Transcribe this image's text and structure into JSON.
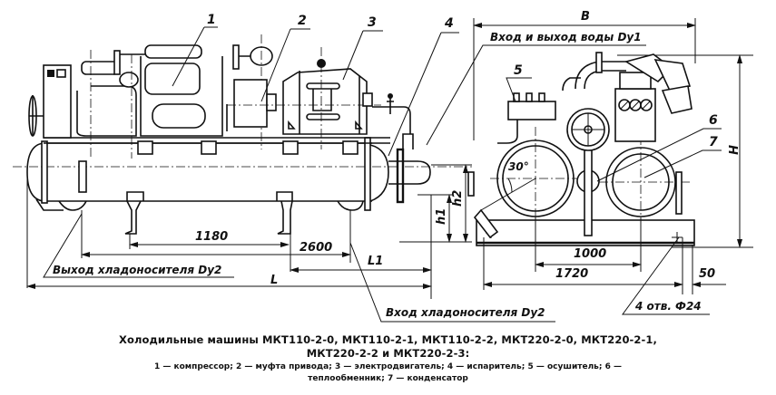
{
  "figure": {
    "callouts": [
      {
        "number": "1",
        "part": "компрессор"
      },
      {
        "number": "2",
        "part": "муфта привода"
      },
      {
        "number": "3",
        "part": "электродвигатель"
      },
      {
        "number": "4",
        "part": "испаритель"
      },
      {
        "number": "5",
        "part": "осушитель"
      },
      {
        "number": "6",
        "part": "теплообменник"
      },
      {
        "number": "7",
        "part": "конденсатор"
      }
    ],
    "annotations": {
      "water_in_out": "Вход и выход воды Dу1",
      "brine_out": "Выход хладоносителя Dу2",
      "brine_in": "Вход хладоносителя Dу2",
      "holes": "4 отв. Ф24",
      "angle": "30°"
    },
    "dimensions": {
      "width_label": "B",
      "height_label": "H",
      "length_label": "L",
      "length1_label": "L1",
      "h1_label": "h1",
      "h2_label": "h2",
      "d1180": "1180",
      "d2600": "2600",
      "d1000": "1000",
      "d1720": "1720",
      "d50": "50"
    }
  },
  "caption": {
    "title_line1": "Холодильные машины МКТ110-2-0, МКТ110-2-1, МКТ110-2-2, МКТ220-2-0, МКТ220-2-1,",
    "title_line2": "МКТ220-2-2 и МКТ220-2-3:",
    "legend_line1": [
      "1 — компрессор;",
      "2 — муфта привода;",
      "3 — электродвигатель;",
      "4 — испаритель;",
      "5 — осушитель;",
      "6 —"
    ],
    "legend_line2": [
      "теплообменник;",
      "7 — конденсатор"
    ]
  }
}
